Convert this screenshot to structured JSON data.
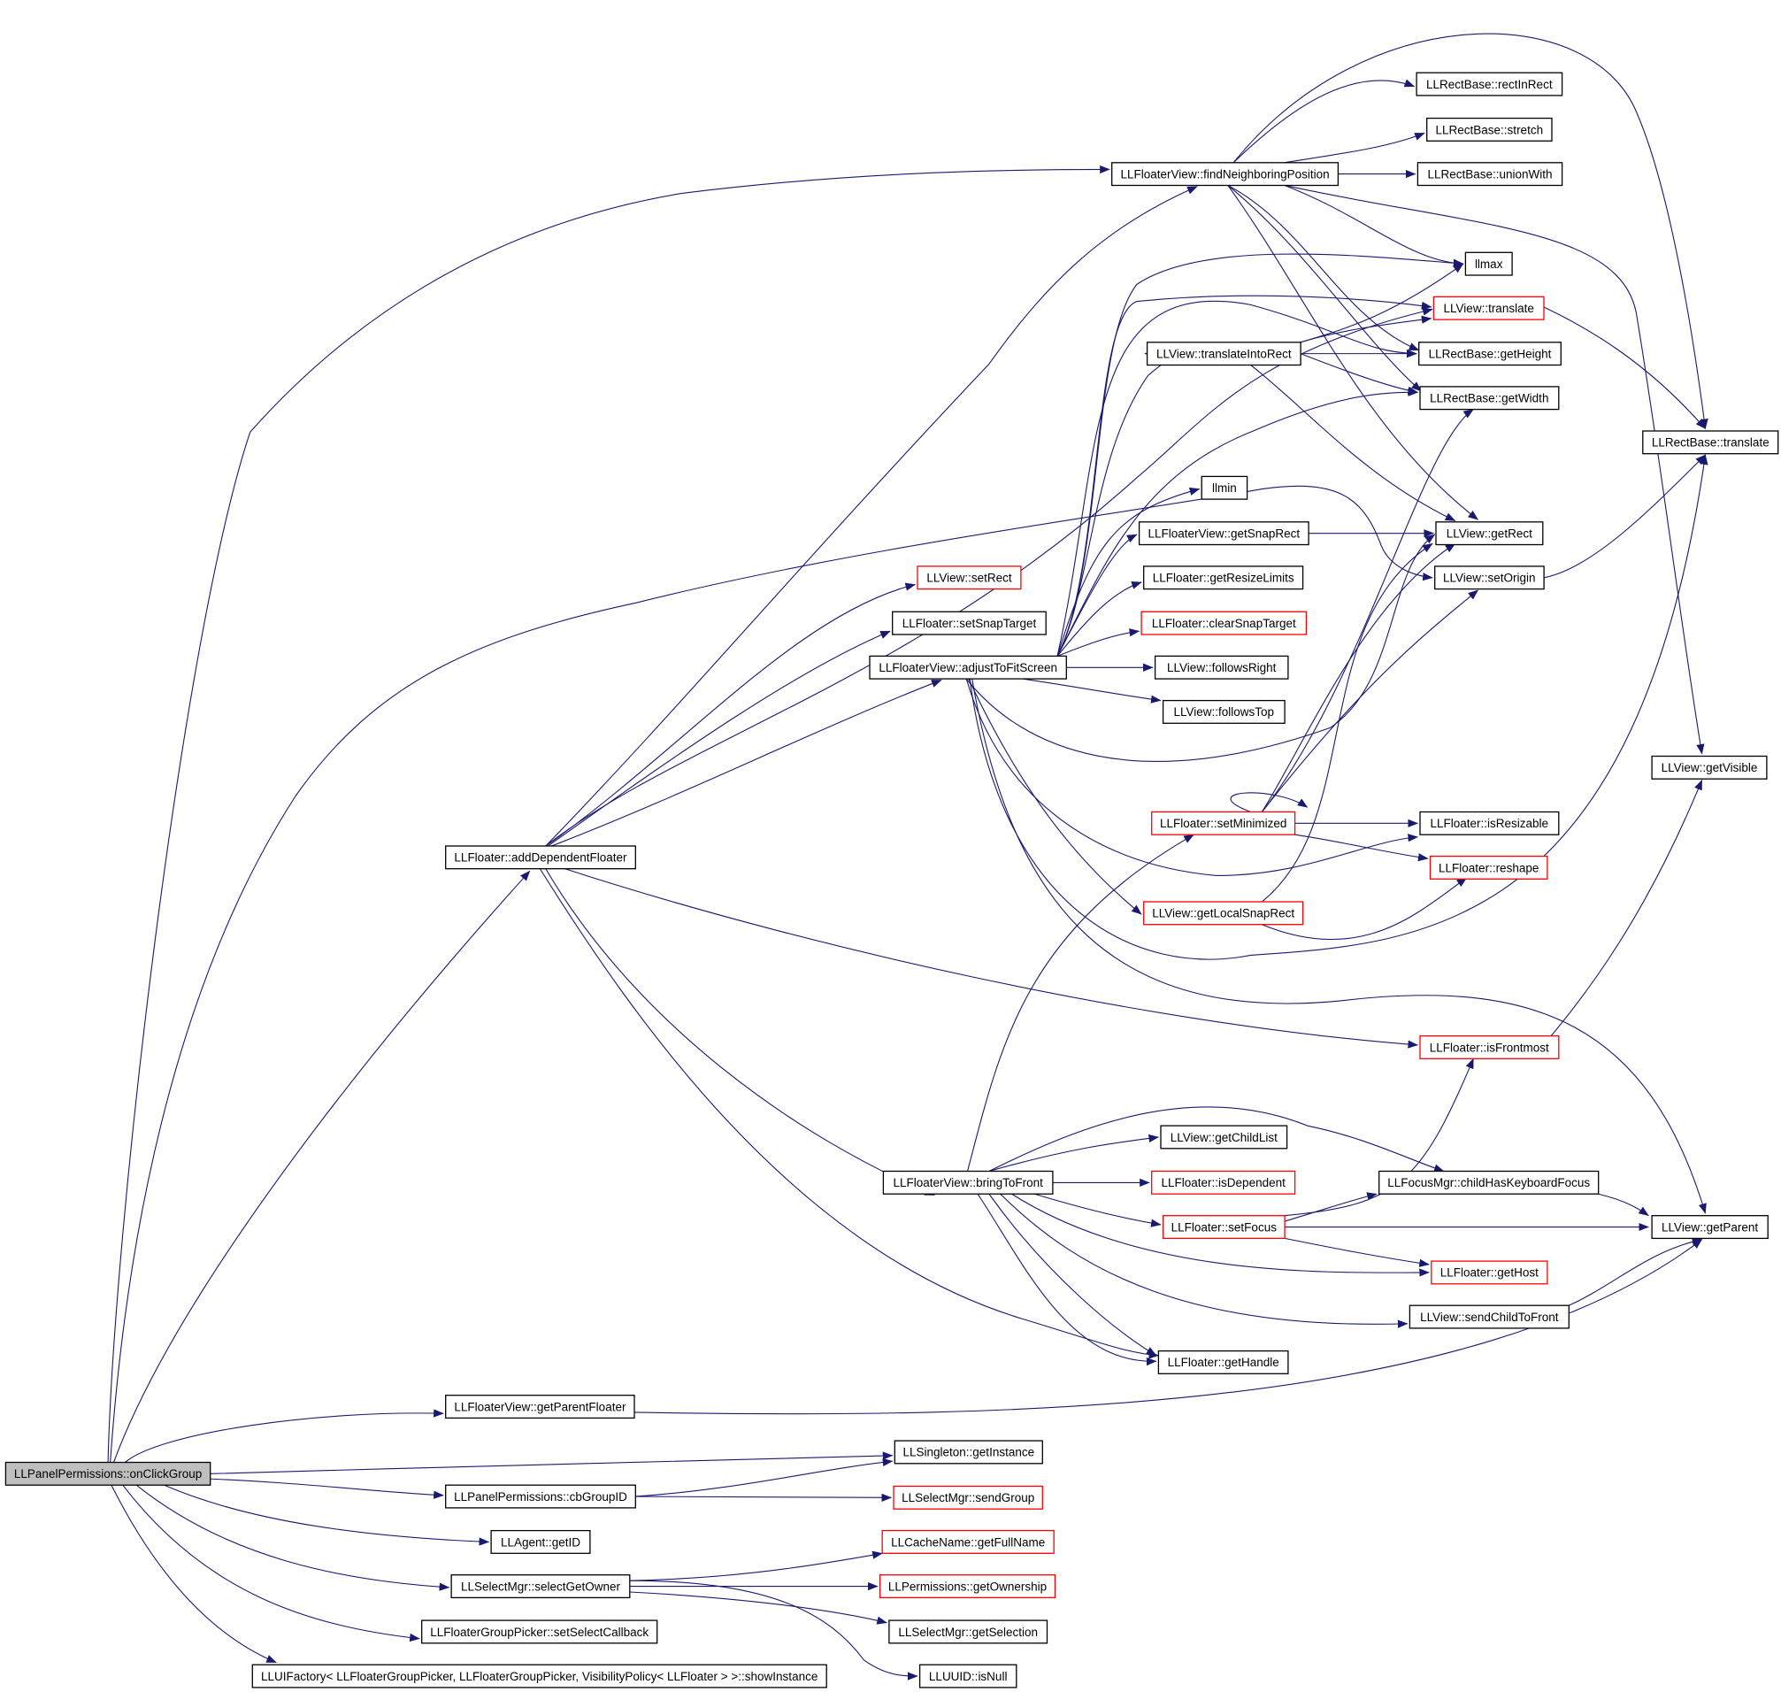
{
  "colors": {
    "edge": "#191970",
    "box_stroke_normal": "#000000",
    "box_stroke_truncated": "#ff0000",
    "box_fill": "#ffffff",
    "root_fill": "#bfbfbf"
  },
  "nodes": [
    {
      "id": "onClickGroup",
      "label": "LLPanelPermissions::onClickGroup",
      "style": "root"
    },
    {
      "id": "addDependentFloater",
      "label": "LLFloater::addDependentFloater",
      "style": "normal"
    },
    {
      "id": "getParentFloater",
      "label": "LLFloaterView::getParentFloater",
      "style": "normal"
    },
    {
      "id": "cbGroupID",
      "label": "LLPanelPermissions::cbGroupID",
      "style": "normal"
    },
    {
      "id": "getID",
      "label": "LLAgent::getID",
      "style": "normal"
    },
    {
      "id": "selectGetOwner",
      "label": "LLSelectMgr::selectGetOwner",
      "style": "normal"
    },
    {
      "id": "setSelectCallback",
      "label": "LLFloaterGroupPicker::setSelectCallback",
      "style": "normal"
    },
    {
      "id": "showInstance",
      "label": "LLUIFactory< LLFloaterGroupPicker, LLFloaterGroupPicker, VisibilityPolicy< LLFloater > >::showInstance",
      "style": "normal"
    },
    {
      "id": "setRect",
      "label": "LLView::setRect",
      "style": "red"
    },
    {
      "id": "setSnapTarget",
      "label": "LLFloater::setSnapTarget",
      "style": "normal"
    },
    {
      "id": "adjustToFitScreen",
      "label": "LLFloaterView::adjustToFitScreen",
      "style": "normal"
    },
    {
      "id": "bringToFront",
      "label": "LLFloaterView::bringToFront",
      "style": "normal"
    },
    {
      "id": "getInstance",
      "label": "LLSingleton::getInstance",
      "style": "normal"
    },
    {
      "id": "sendGroup",
      "label": "LLSelectMgr::sendGroup",
      "style": "red"
    },
    {
      "id": "getFullName",
      "label": "LLCacheName::getFullName",
      "style": "red"
    },
    {
      "id": "getOwnership",
      "label": "LLPermissions::getOwnership",
      "style": "red"
    },
    {
      "id": "getSelection",
      "label": "LLSelectMgr::getSelection",
      "style": "normal"
    },
    {
      "id": "isNull",
      "label": "LLUUID::isNull",
      "style": "normal"
    },
    {
      "id": "findNeighboringPosition",
      "label": "LLFloaterView::findNeighboringPosition",
      "style": "normal"
    },
    {
      "id": "translateIntoRect",
      "label": "LLView::translateIntoRect",
      "style": "normal"
    },
    {
      "id": "llmin",
      "label": "llmin",
      "style": "normal"
    },
    {
      "id": "getSnapRect",
      "label": "LLFloaterView::getSnapRect",
      "style": "normal"
    },
    {
      "id": "getResizeLimits",
      "label": "LLFloater::getResizeLimits",
      "style": "normal"
    },
    {
      "id": "clearSnapTarget",
      "label": "LLFloater::clearSnapTarget",
      "style": "red"
    },
    {
      "id": "followsRight",
      "label": "LLView::followsRight",
      "style": "normal"
    },
    {
      "id": "followsTop",
      "label": "LLView::followsTop",
      "style": "normal"
    },
    {
      "id": "setMinimized",
      "label": "LLFloater::setMinimized",
      "style": "red"
    },
    {
      "id": "getLocalSnapRect",
      "label": "LLView::getLocalSnapRect",
      "style": "red"
    },
    {
      "id": "getChildList",
      "label": "LLView::getChildList",
      "style": "normal"
    },
    {
      "id": "isDependent",
      "label": "LLFloater::isDependent",
      "style": "red"
    },
    {
      "id": "setFocus",
      "label": "LLFloater::setFocus",
      "style": "red"
    },
    {
      "id": "getHandle",
      "label": "LLFloater::getHandle",
      "style": "normal"
    },
    {
      "id": "rectInRect",
      "label": "LLRectBase::rectInRect",
      "style": "normal"
    },
    {
      "id": "stretch",
      "label": "LLRectBase::stretch",
      "style": "normal"
    },
    {
      "id": "unionWith",
      "label": "LLRectBase::unionWith",
      "style": "normal"
    },
    {
      "id": "llmax",
      "label": "llmax",
      "style": "normal"
    },
    {
      "id": "viewTranslate",
      "label": "LLView::translate",
      "style": "red"
    },
    {
      "id": "getHeight",
      "label": "LLRectBase::getHeight",
      "style": "normal"
    },
    {
      "id": "getWidth",
      "label": "LLRectBase::getWidth",
      "style": "normal"
    },
    {
      "id": "getRect",
      "label": "LLView::getRect",
      "style": "normal"
    },
    {
      "id": "setOrigin",
      "label": "LLView::setOrigin",
      "style": "normal"
    },
    {
      "id": "isResizable",
      "label": "LLFloater::isResizable",
      "style": "normal"
    },
    {
      "id": "reshape",
      "label": "LLFloater::reshape",
      "style": "red"
    },
    {
      "id": "isFrontmost",
      "label": "LLFloater::isFrontmost",
      "style": "red"
    },
    {
      "id": "childHasKeyboardFocus",
      "label": "LLFocusMgr::childHasKeyboardFocus",
      "style": "normal"
    },
    {
      "id": "getHost",
      "label": "LLFloater::getHost",
      "style": "red"
    },
    {
      "id": "sendChildToFront",
      "label": "LLView::sendChildToFront",
      "style": "normal"
    },
    {
      "id": "rectTranslate",
      "label": "LLRectBase::translate",
      "style": "normal"
    },
    {
      "id": "getVisible",
      "label": "LLView::getVisible",
      "style": "normal"
    },
    {
      "id": "getParent",
      "label": "LLView::getParent",
      "style": "normal"
    }
  ]
}
